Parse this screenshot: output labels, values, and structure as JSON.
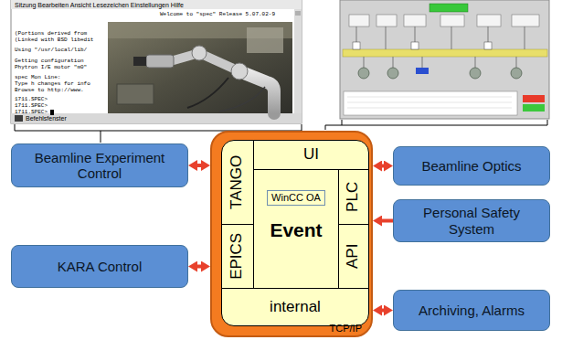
{
  "diagram": {
    "nodes": [
      {
        "text": [
          "Beamline Experiment Control"
        ]
      },
      {
        "text": [
          "TCP/IP"
        ]
      },
      {
        "text": [
          "UI"
        ],
        "in": 1
      },
      {
        "text": [
          "TANGO"
        ],
        "in": 1
      },
      {
        "text": [
          "Event"
        ],
        "in": 1
      },
      {
        "text": [
          "WinCC OA"
        ],
        "in": 4
      },
      {
        "text": [
          "PLC"
        ],
        "in": 1
      },
      {
        "text": [
          "API"
        ],
        "in": 1
      },
      {
        "text": [
          "EPICS"
        ],
        "in": 1
      },
      {
        "text": [
          "internal"
        ],
        "in": 1
      },
      {
        "text": [
          "Beamline Optics"
        ]
      },
      {
        "text": [
          "Personal Safety System"
        ]
      },
      {
        "text": [
          "KARA Control"
        ]
      },
      {
        "text": [
          "Archiving, Alarms"
        ]
      }
    ],
    "edges": [
      {
        "from": 0,
        "to": 1,
        "arrow": "both"
      },
      {
        "from": 1,
        "to": 10,
        "arrow": "both"
      },
      {
        "from": 11,
        "to": 1,
        "arrow": "to"
      },
      {
        "from": 12,
        "to": 1,
        "arrow": "both"
      },
      {
        "from": 1,
        "to": 13,
        "arrow": "both"
      }
    ],
    "labels": [
      "Sitzung Bearbeiten Ansicht Lesezeichen Einstellungen Hilfe",
      "Welcome to \"spec\" Release 5.07.02-9",
      "(Portions derived from",
      "(Linked with BSD libedit",
      "Using \"/usr/local/lib/",
      "Getting configuration",
      "Phytron I/E motor \"m0\"",
      "spec Mon Line:",
      "Type h changes for info",
      "Browse to http://www.",
      "1711.SPEC>",
      "1711.SPEC>",
      "1711.SPEC>",
      "Befehlsfenster"
    ]
  }
}
